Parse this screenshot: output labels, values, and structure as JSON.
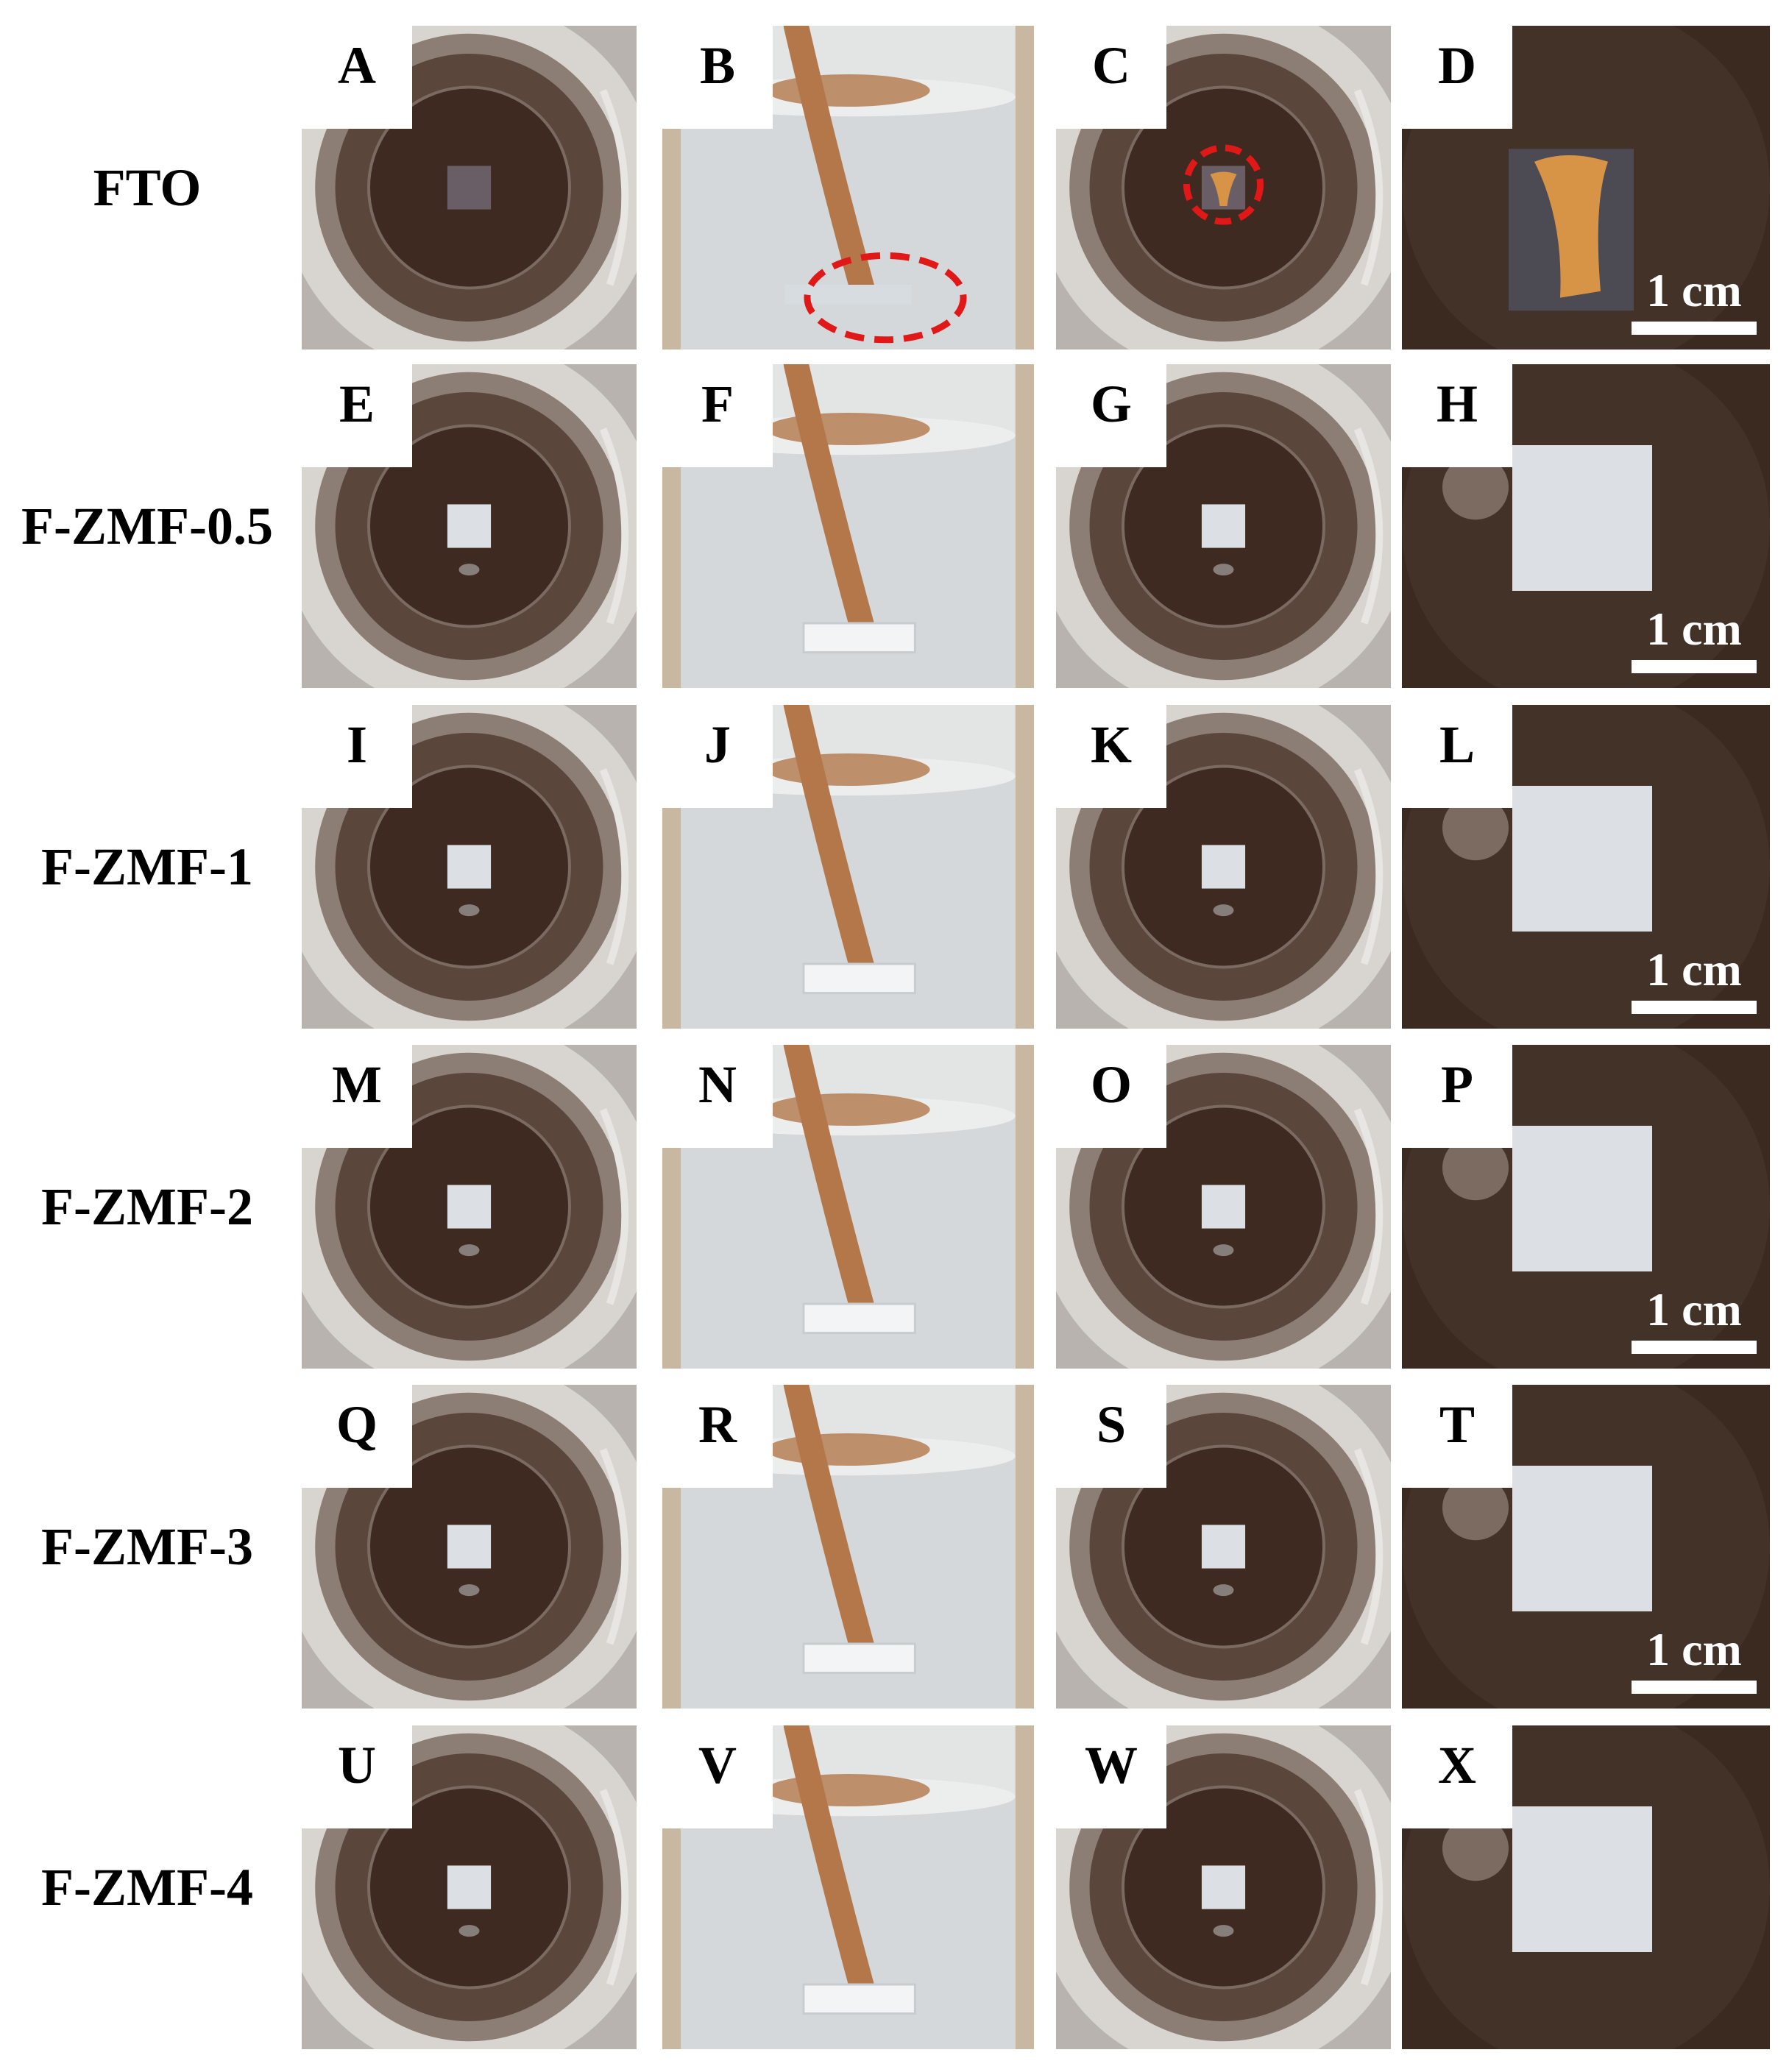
{
  "rows": [
    {
      "label": "FTO",
      "panels": [
        {
          "letter": "A",
          "view": "top",
          "sample": "fto"
        },
        {
          "letter": "B",
          "view": "side",
          "sample": "fto",
          "circle": true
        },
        {
          "letter": "C",
          "view": "top-after",
          "sample": "fto",
          "circle": true
        },
        {
          "letter": "D",
          "view": "closeup",
          "sample": "fto",
          "scale": "1 cm"
        }
      ]
    },
    {
      "label": "F-ZMF-0.5",
      "panels": [
        {
          "letter": "E",
          "view": "top",
          "sample": "white"
        },
        {
          "letter": "F",
          "view": "side",
          "sample": "white"
        },
        {
          "letter": "G",
          "view": "top-after",
          "sample": "white"
        },
        {
          "letter": "H",
          "view": "closeup",
          "sample": "white",
          "scale": "1 cm"
        }
      ]
    },
    {
      "label": "F-ZMF-1",
      "panels": [
        {
          "letter": "I",
          "view": "top",
          "sample": "white"
        },
        {
          "letter": "J",
          "view": "side",
          "sample": "white"
        },
        {
          "letter": "K",
          "view": "top-after",
          "sample": "white"
        },
        {
          "letter": "L",
          "view": "closeup",
          "sample": "white",
          "scale": "1 cm"
        }
      ]
    },
    {
      "label": "F-ZMF-2",
      "panels": [
        {
          "letter": "M",
          "view": "top",
          "sample": "white"
        },
        {
          "letter": "N",
          "view": "side",
          "sample": "white"
        },
        {
          "letter": "O",
          "view": "top-after",
          "sample": "white"
        },
        {
          "letter": "P",
          "view": "closeup",
          "sample": "white",
          "scale": "1 cm"
        }
      ]
    },
    {
      "label": "F-ZMF-3",
      "panels": [
        {
          "letter": "Q",
          "view": "top",
          "sample": "white"
        },
        {
          "letter": "R",
          "view": "side",
          "sample": "white"
        },
        {
          "letter": "S",
          "view": "top-after",
          "sample": "white"
        },
        {
          "letter": "T",
          "view": "closeup",
          "sample": "white",
          "scale": "1 cm"
        }
      ]
    },
    {
      "label": "F-ZMF-4",
      "panels": [
        {
          "letter": "U",
          "view": "top",
          "sample": "white"
        },
        {
          "letter": "V",
          "view": "side",
          "sample": "white"
        },
        {
          "letter": "W",
          "view": "top-after",
          "sample": "white"
        },
        {
          "letter": "X",
          "view": "closeup",
          "sample": "white"
        }
      ]
    }
  ],
  "colors": {
    "background": "#ffffff",
    "beaker_dark": "#3e2a20",
    "beaker_glass": "#c9c4bf",
    "drip_brown": "#b3774a",
    "stain_orange": "#d79446",
    "white_film": "#dcdfe3",
    "highlight_circle": "#e01818"
  }
}
